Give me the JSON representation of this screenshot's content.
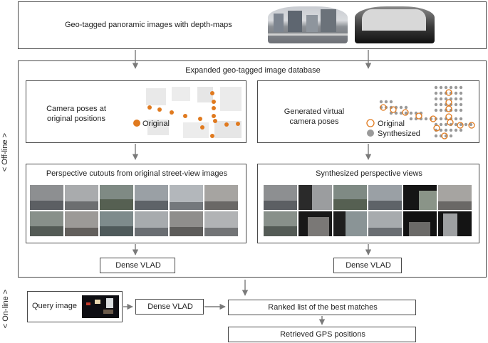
{
  "top_box": {
    "label": "Geo-tagged panoramic images with depth-maps"
  },
  "database_box": {
    "label": "Expanded geo-tagged image database"
  },
  "original_poses": {
    "label_line1": "Camera poses at",
    "label_line2": "original positions",
    "legend_original": "Original"
  },
  "virtual_poses": {
    "label_line1": "Generated virtual",
    "label_line2": "camera poses",
    "legend_original": "Original",
    "legend_synthesized": "Synthesized"
  },
  "cutouts_box": {
    "label": "Perspective cutouts from original street-view images"
  },
  "synth_box": {
    "label": "Synthesized perspective views"
  },
  "vlad_left": {
    "label": "Dense VLAD"
  },
  "vlad_right": {
    "label": "Dense VLAD"
  },
  "query": {
    "label": "Query image"
  },
  "vlad_query": {
    "label": "Dense VLAD"
  },
  "ranked": {
    "label": "Ranked list of the best matches"
  },
  "gps": {
    "label": "Retrieved GPS positions"
  },
  "side_offline": "< Off-line >",
  "side_online": "< On-line >",
  "colors": {
    "orange": "#e07a1f",
    "gray": "#9a9a9a",
    "border": "#4a4a4a",
    "arrow": "#7a7a7a"
  }
}
